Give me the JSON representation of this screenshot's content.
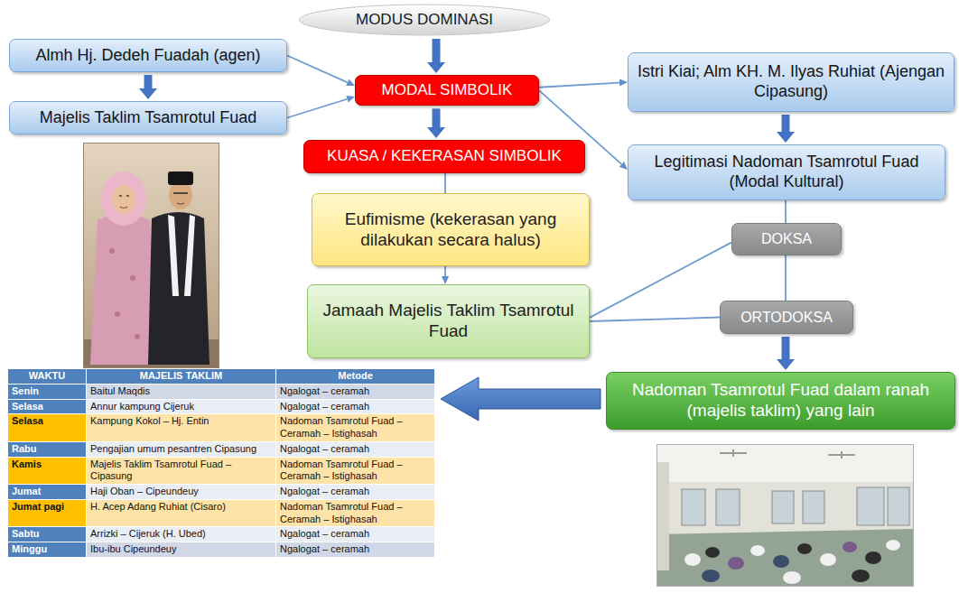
{
  "diagram": {
    "nodes": [
      {
        "text": [
          "MODUS DOMINASI"
        ]
      },
      {
        "text": [
          "Almh Hj. Dedeh Fuadah (agen)"
        ]
      },
      {
        "text": [
          "MODAL SIMBOLIK"
        ]
      },
      {
        "text": [
          "Istri Kiai; Alm KH. M. Ilyas Ruhiat (Ajengan Cipasung)"
        ]
      },
      {
        "text": [
          "Majelis Taklim Tsamrotul Fuad"
        ]
      },
      {
        "text": [
          "KUASA / KEKERASAN SIMBOLIK"
        ]
      },
      {
        "text": [
          "Legitimasi Nadoman Tsamrotul Fuad (Modal Kultural)"
        ]
      },
      {
        "text": [
          "Eufimisme (kekerasan yang dilakukan secara halus)"
        ]
      },
      {
        "text": [
          "DOKSA"
        ]
      },
      {
        "text": [
          "Jamaah Majelis Taklim Tsamrotul Fuad"
        ]
      },
      {
        "text": [
          "ORTODOKSA"
        ]
      },
      {
        "text": [
          "Nadoman Tsamrotul Fuad dalam ranah (majelis taklim) yang lain"
        ]
      }
    ],
    "edges": [
      {
        "from": 0,
        "to": 2,
        "arrow": "to"
      },
      {
        "from": 1,
        "to": 4,
        "arrow": "to"
      },
      {
        "from": 1,
        "to": 2,
        "arrow": "to"
      },
      {
        "from": 4,
        "to": 2,
        "arrow": "to"
      },
      {
        "from": 2,
        "to": 5,
        "arrow": "to"
      },
      {
        "from": 2,
        "to": 3,
        "arrow": "to"
      },
      {
        "from": 2,
        "to": 6,
        "arrow": "to"
      },
      {
        "from": 3,
        "to": 6,
        "arrow": "to"
      },
      {
        "from": 5,
        "to": 7,
        "arrow": "none"
      },
      {
        "from": 7,
        "to": 9,
        "arrow": "to"
      },
      {
        "from": 6,
        "to": 8,
        "arrow": "none"
      },
      {
        "from": 9,
        "to": 8,
        "arrow": "none"
      },
      {
        "from": 8,
        "to": 10,
        "arrow": "none"
      },
      {
        "from": 9,
        "to": 10,
        "arrow": "none"
      },
      {
        "from": 10,
        "to": 11,
        "arrow": "to"
      }
    ],
    "labels": [
      "WAKTU",
      "MAJELIS TAKLIM",
      "Metode",
      "Senin",
      "Baitul Maqdis",
      "Ngalogat – ceramah",
      "Selasa",
      "Annur kampung Cijeruk",
      "Ngalogat – ceramah",
      "Selasa",
      "Kampung Kokol – Hj. Entin",
      "Nadoman Tsamrotul Fuad – Ceramah – Istighasah",
      "Rabu",
      "Pengajian umum pesantren Cipasung",
      "Ngalogat – ceramah",
      "Kamis",
      "Majelis Taklim Tsamrotul Fuad – Cipasung",
      "Nadoman Tsamrotul Fuad – Ceramah – Istighasah",
      "Jumat",
      "Haji Oban – Cipeundeuy",
      "Ngalogat – ceramah",
      "Jumat pagi",
      "H. Acep Adang Ruhiat (Cisaro)",
      "Nadoman Tsamrotul Fuad – Ceramah – Istighasah",
      "Sabtu",
      "Arrizki – Cijeruk (H. Ubed)",
      "Ngalogat – ceramah",
      "Minggu",
      "Ibu-ibu Cipeundeuy",
      "Ngalogat – ceramah"
    ]
  }
}
